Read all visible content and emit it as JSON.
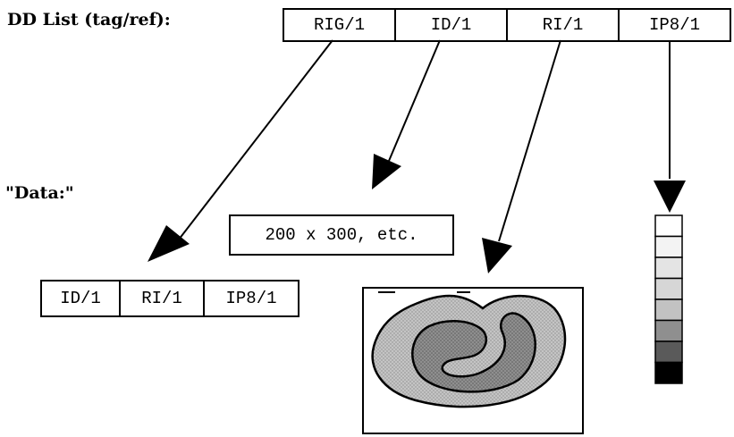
{
  "labels": {
    "dd_list": "DD List (tag/ref):",
    "data": "\"Data:\""
  },
  "dd_list": [
    "RIG/1",
    "ID/1",
    "RI/1",
    "IP8/1"
  ],
  "dimensions_text": "200 x 300, etc.",
  "group_members": [
    "ID/1",
    "RI/1",
    "IP8/1"
  ],
  "palette_swatches": [
    "#ffffff",
    "#f3f3f3",
    "#e4e4e4",
    "#d6d6d6",
    "#c2c2c2",
    "#8f8f8f",
    "#5a5a5a",
    "#000000"
  ],
  "raster_colors": {
    "background": "#ffffff",
    "outer_region": "#bfbfbf",
    "inner_region": "#8c8c8c"
  }
}
